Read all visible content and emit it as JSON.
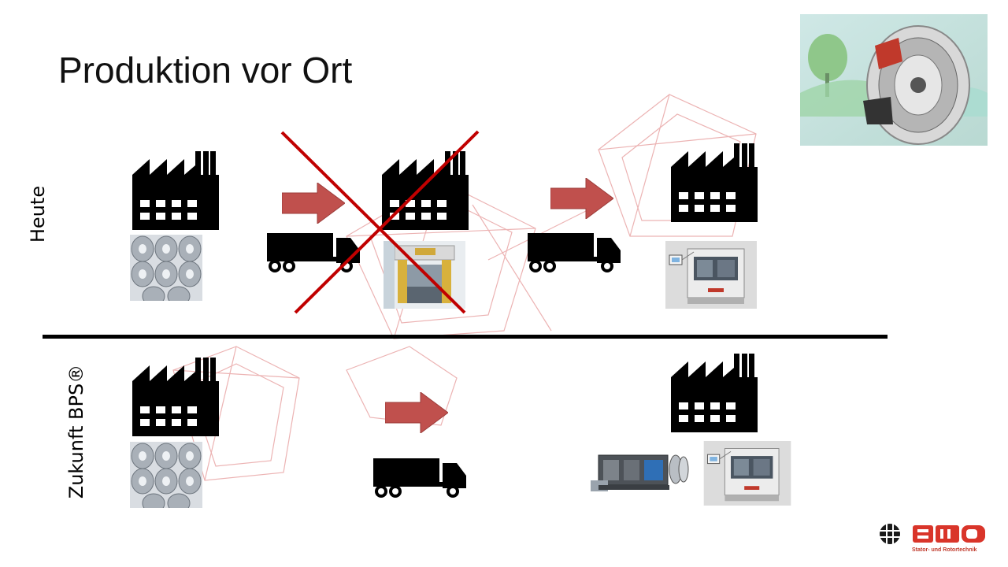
{
  "slide": {
    "title": "Produktion vor Ort",
    "row_top_label": "Heute",
    "row_bottom_label": "Zukunft BPS®"
  },
  "logo": {
    "brand": "SWD",
    "tagline": "Stator- und Rotortechnik"
  },
  "colors": {
    "arrow": "#c0504d",
    "cross": "#c00000",
    "icon": "#000000",
    "watermark": "#e8a0a0"
  },
  "icons": [
    "factory-icon",
    "truck-icon",
    "arrow-right-icon",
    "cross-out-icon"
  ]
}
